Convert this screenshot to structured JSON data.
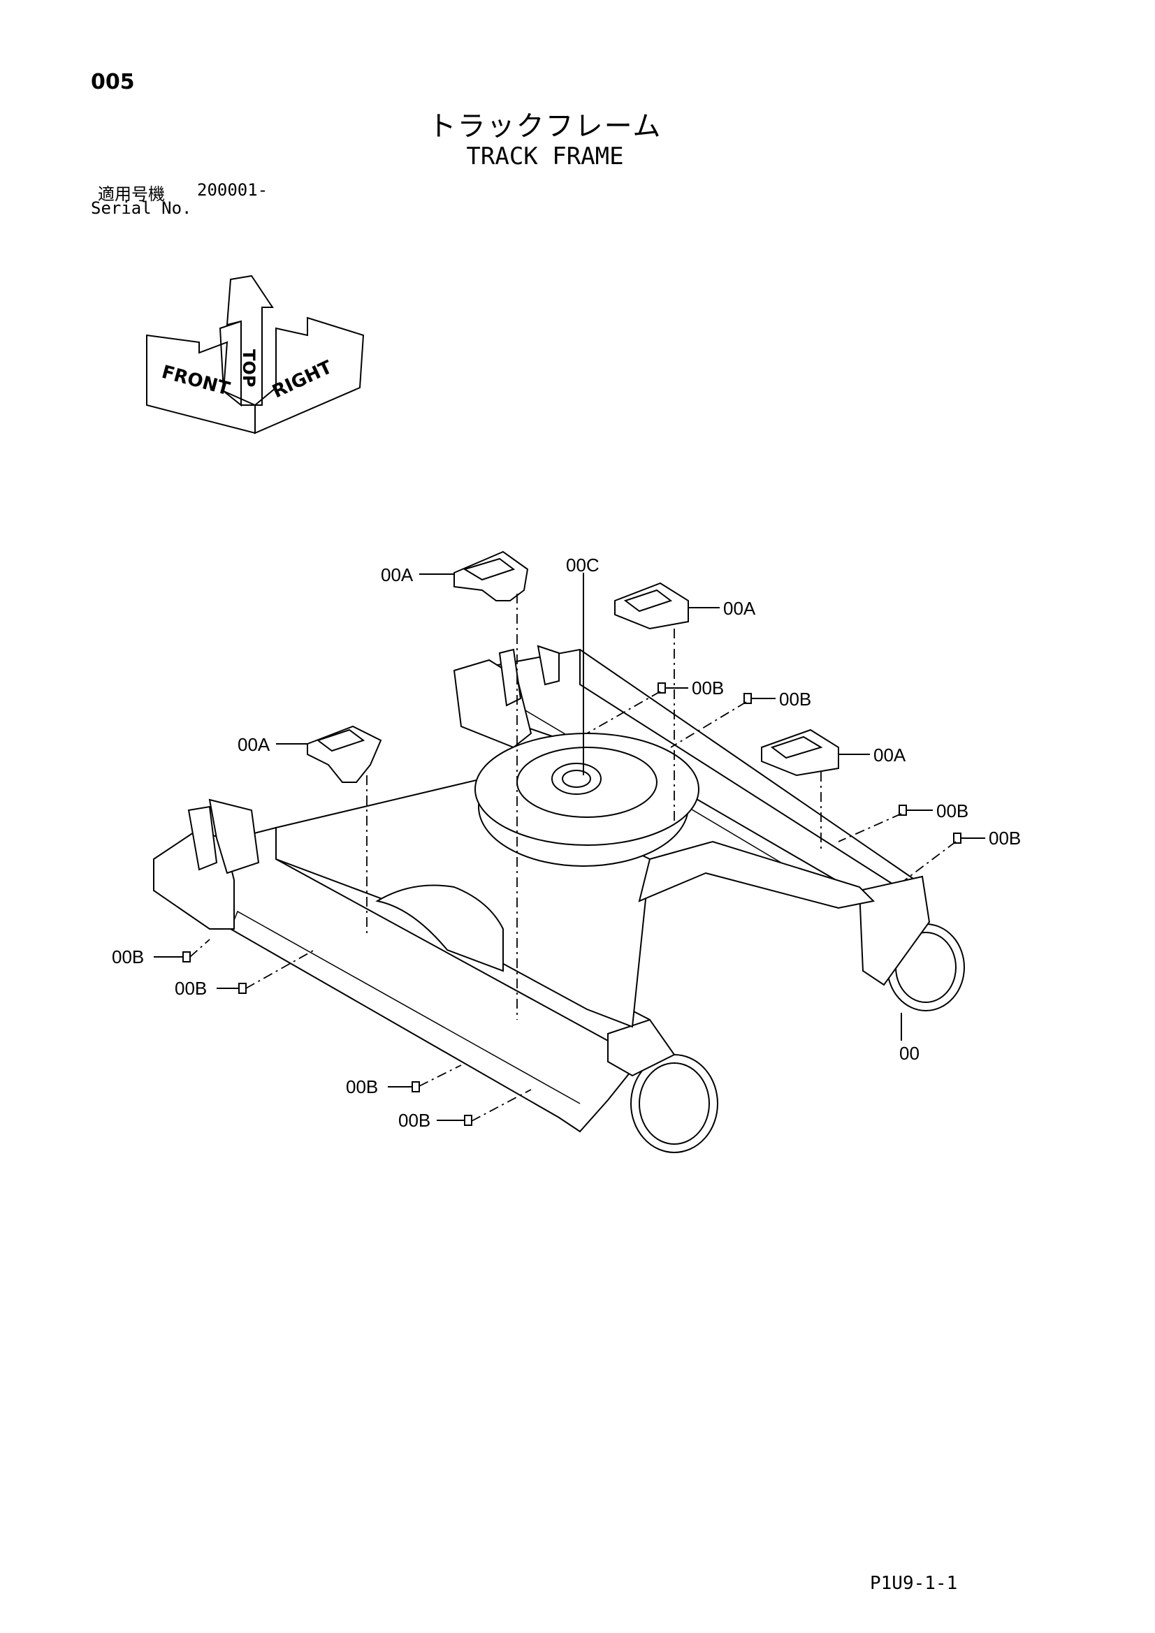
{
  "header": {
    "page_number": "005",
    "title_jp": "トラックフレーム",
    "title_en": "TRACK FRAME",
    "serial_label_jp": "適用号機",
    "serial_value": "200001-",
    "serial_label_en": "Serial No."
  },
  "orientation": {
    "labels": [
      "FRONT",
      "TOP",
      "RIGHT"
    ]
  },
  "callouts": {
    "a1": "00A",
    "a2": "00A",
    "a3": "00A",
    "a4": "00A",
    "c1": "00C",
    "b1": "00B",
    "b2": "00B",
    "b3": "00B",
    "b4": "00B",
    "b5": "00B",
    "b6": "00B",
    "b7": "00B",
    "b8": "00B",
    "main": "00"
  },
  "footer": {
    "reference_code": "P1U9-1-1"
  }
}
